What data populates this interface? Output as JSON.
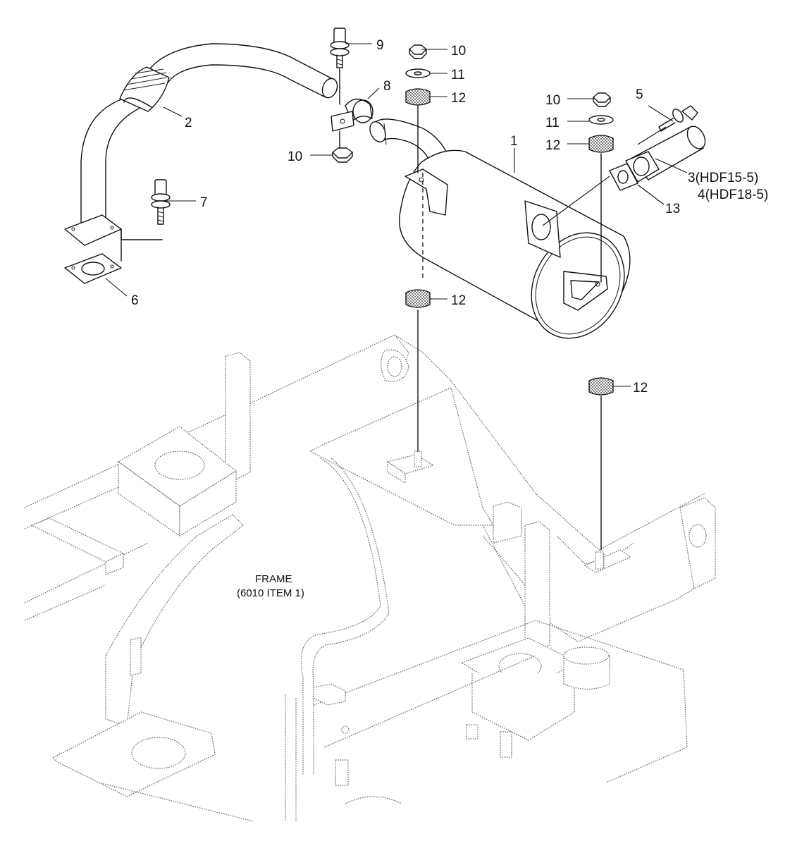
{
  "callouts": {
    "c1": "1",
    "c2": "2",
    "c3": "3(HDF15-5)",
    "c4": "4(HDF18-5)",
    "c5": "5",
    "c6": "6",
    "c7": "7",
    "c8": "8",
    "c9": "9",
    "c10a": "10",
    "c10b": "10",
    "c10c": "10",
    "c11a": "11",
    "c11b": "11",
    "c12a": "12",
    "c12b": "12",
    "c12c": "12",
    "c12d": "12",
    "c13": "13"
  },
  "frame": {
    "line1": "FRAME",
    "line2": "(6010 ITEM 1)"
  }
}
